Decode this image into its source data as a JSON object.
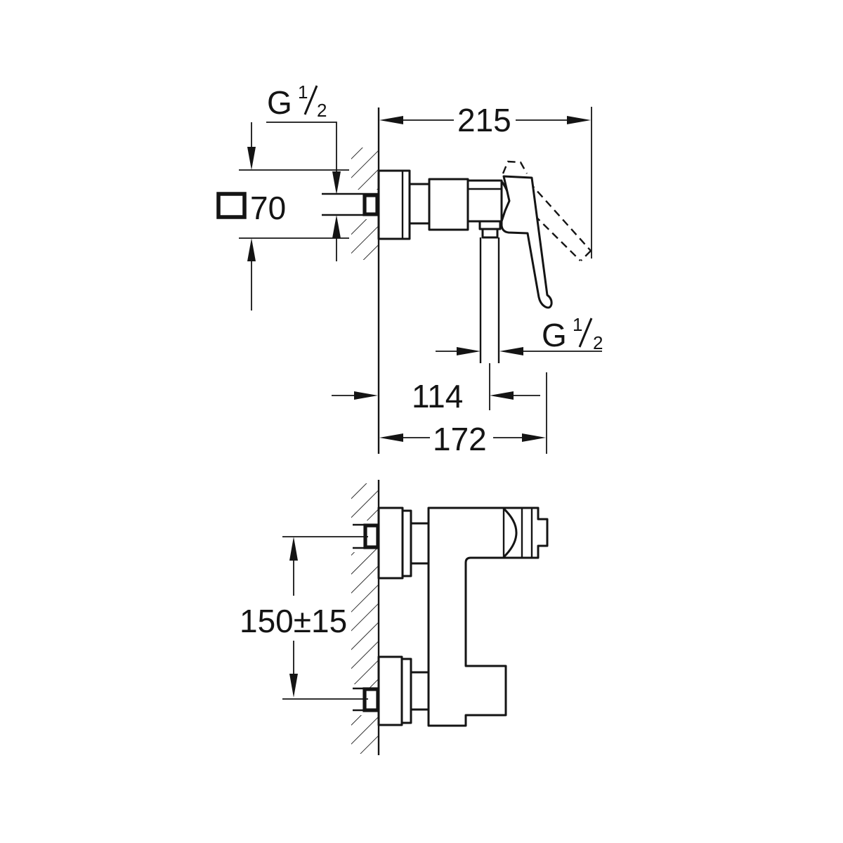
{
  "labels": {
    "thread_inlet": {
      "symbol": "G",
      "numerator": "1",
      "denominator": "2"
    },
    "thread_outlet": {
      "symbol": "G",
      "numerator": "1",
      "denominator": "2"
    },
    "width_overall_mm": "215",
    "escutcheon_square_mm": "70",
    "outlet_offset_mm": "114",
    "depth_overall_mm": "172",
    "inlet_spacing_mm": "150±15"
  },
  "colors": {
    "line": "#141414",
    "background": "#ffffff"
  }
}
